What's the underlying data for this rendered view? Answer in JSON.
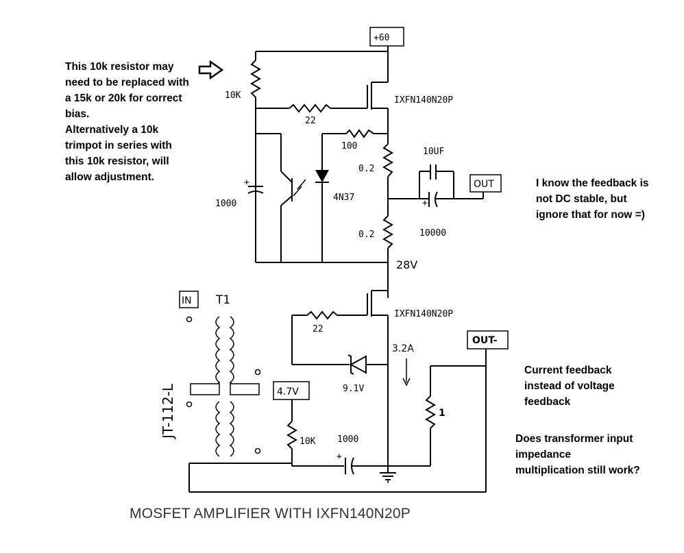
{
  "annotations": {
    "left_note": "This 10k resistor may\nneed to be replaced with\na 15k or 20k for correct\nbias.\nAlternatively a 10k\ntrimpot in series with\nthis 10k resistor, will\nallow adjustment.",
    "right_note_top": "I know the feedback is\nnot DC stable, but\nignore that for now =)",
    "right_note_current": "Current feedback\ninstead of voltage\nfeedback",
    "right_note_transformer": "Does transformer input\nimpedance\nmultiplication still work?"
  },
  "labels": {
    "supply": "+60",
    "r_top": "10K",
    "mosfet_top": "IXFN140N20P",
    "r_gate_top": "22",
    "r_100": "100",
    "r_02_top": "0.2",
    "cap_10uf": "10UF",
    "out": "OUT",
    "cap_1000_top": "1000",
    "opto": "4N37",
    "r_02_bot": "0.2",
    "cap_10000": "10000",
    "mid_voltage": "28V",
    "in": "IN",
    "transformer": "T1",
    "mosfet_bot": "IXFN140N20P",
    "r_gate_bot": "22",
    "out_minus": "OUT-",
    "current": "3.2A",
    "zener": "9.1V",
    "ref_voltage": "4.7V",
    "r_1": "1",
    "r_10k_bot": "10K",
    "cap_1000_bot": "1000",
    "transformer_part": "JT-112-L"
  },
  "footer": {
    "title": "MOSFET AMPLIFIER WITH IXFN140N20P"
  }
}
